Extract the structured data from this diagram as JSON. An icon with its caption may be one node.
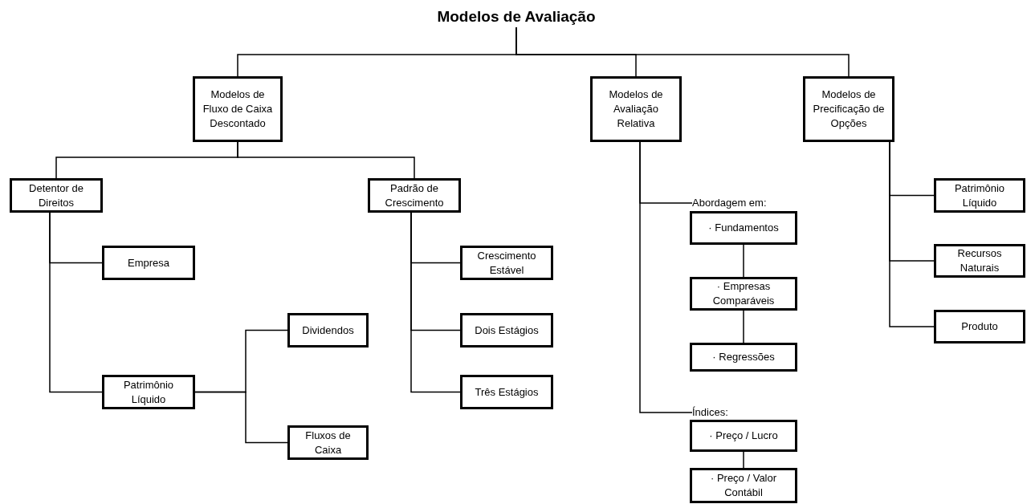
{
  "diagram": {
    "nodes": [
      {
        "text": [
          "Modelos de Avaliação"
        ]
      },
      {
        "text": [
          "Modelos de Fluxo de Caixa Descontado"
        ]
      },
      {
        "text": [
          "Modelos de Avaliação Relativa"
        ]
      },
      {
        "text": [
          "Modelos de Precificação de Opções"
        ]
      },
      {
        "text": [
          "Detentor de Direitos"
        ]
      },
      {
        "text": [
          "Padrão de Crescimento"
        ]
      },
      {
        "text": [
          "Empresa"
        ]
      },
      {
        "text": [
          "Patrimônio Líquido"
        ]
      },
      {
        "text": [
          "Dividendos"
        ]
      },
      {
        "text": [
          "Fluxos de Caixa"
        ]
      },
      {
        "text": [
          "Crescimento Estável"
        ]
      },
      {
        "text": [
          "Dois Estágios"
        ]
      },
      {
        "text": [
          "Três Estágios"
        ]
      },
      {
        "text": [
          "Abordagem em:"
        ]
      },
      {
        "text": [
          "· Fundamentos"
        ]
      },
      {
        "text": [
          "· Empresas Comparáveis"
        ]
      },
      {
        "text": [
          "· Regressões"
        ]
      },
      {
        "text": [
          "Índices:"
        ]
      },
      {
        "text": [
          "· Preço / Lucro"
        ]
      },
      {
        "text": [
          "· Preço / Valor Contábil"
        ]
      },
      {
        "text": [
          "Patrimônio Líquido"
        ]
      },
      {
        "text": [
          "Recursos Naturais"
        ]
      },
      {
        "text": [
          "Produto"
        ]
      }
    ],
    "edges": [
      {
        "from": 0,
        "to": 1,
        "arrow": "none"
      },
      {
        "from": 0,
        "to": 2,
        "arrow": "none"
      },
      {
        "from": 0,
        "to": 3,
        "arrow": "none"
      },
      {
        "from": 1,
        "to": 4,
        "arrow": "none"
      },
      {
        "from": 1,
        "to": 5,
        "arrow": "none"
      },
      {
        "from": 4,
        "to": 6,
        "arrow": "none"
      },
      {
        "from": 4,
        "to": 7,
        "arrow": "none"
      },
      {
        "from": 7,
        "to": 8,
        "arrow": "none"
      },
      {
        "from": 7,
        "to": 9,
        "arrow": "none"
      },
      {
        "from": 5,
        "to": 10,
        "arrow": "none"
      },
      {
        "from": 5,
        "to": 11,
        "arrow": "none"
      },
      {
        "from": 5,
        "to": 12,
        "arrow": "none"
      },
      {
        "from": 2,
        "to": 13,
        "arrow": "none"
      },
      {
        "from": 2,
        "to": 17,
        "arrow": "none"
      },
      {
        "from": 14,
        "to": 15,
        "arrow": "none"
      },
      {
        "from": 15,
        "to": 16,
        "arrow": "none"
      },
      {
        "from": 18,
        "to": 19,
        "arrow": "none"
      },
      {
        "from": 3,
        "to": 20,
        "arrow": "none"
      },
      {
        "from": 3,
        "to": 21,
        "arrow": "none"
      },
      {
        "from": 3,
        "to": 22,
        "arrow": "none"
      }
    ]
  }
}
